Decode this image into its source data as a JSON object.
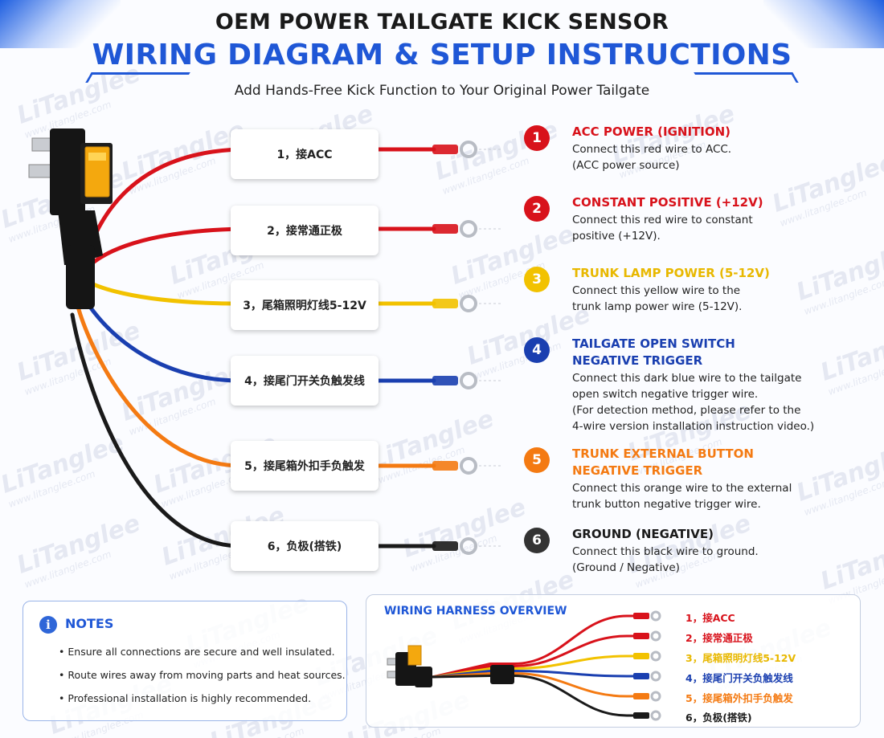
{
  "header": {
    "title_line1": "OEM POWER TAILGATE KICK SENSOR",
    "title_line2": "WIRING DIAGRAM & SETUP INSTRUCTIONS",
    "subtitle": "Add Hands-Free Kick Function to Your Original Power Tailgate"
  },
  "watermark": {
    "brand": "LiTanglee",
    "url": "www.litanglee.com"
  },
  "wires": [
    {
      "label": "1，接ACC",
      "color": "#d8121b"
    },
    {
      "label": "2，接常通正极",
      "color": "#d8121b"
    },
    {
      "label": "3，尾箱照明灯线5-12V",
      "color": "#f2c200"
    },
    {
      "label": "4，接尾门开关负触发线",
      "color": "#1a3fb0"
    },
    {
      "label": "5，接尾箱外扣手负触发",
      "color": "#f47a12"
    },
    {
      "label": "6，负极(搭铁)",
      "color": "#1a1a1a"
    }
  ],
  "steps": [
    {
      "num": "1",
      "title": "ACC POWER (IGNITION)",
      "body": "Connect this red wire to ACC.\n(ACC power source)",
      "badge_color": "#d8121b",
      "title_color": "#d8121b"
    },
    {
      "num": "2",
      "title": "CONSTANT POSITIVE (+12V)",
      "body": "Connect this red wire to constant\npositive (+12V).",
      "badge_color": "#d8121b",
      "title_color": "#d8121b"
    },
    {
      "num": "3",
      "title": "TRUNK LAMP POWER (5-12V)",
      "body": "Connect this yellow wire to the\ntrunk lamp power wire (5-12V).",
      "badge_color": "#f2c200",
      "title_color": "#e8b800"
    },
    {
      "num": "4",
      "title": "TAILGATE OPEN SWITCH\nNEGATIVE TRIGGER",
      "body": "Connect this dark blue wire to the tailgate\nopen switch negative trigger wire.\n(For detection method, please refer to the\n4-wire version installation instruction video.)",
      "badge_color": "#1a3fb0",
      "title_color": "#1a3fb0"
    },
    {
      "num": "5",
      "title": "TRUNK EXTERNAL BUTTON\nNEGATIVE TRIGGER",
      "body": "Connect this orange wire to the external\ntrunk button negative trigger wire.",
      "badge_color": "#f47a12",
      "title_color": "#f47a12"
    },
    {
      "num": "6",
      "title": "GROUND (NEGATIVE)",
      "body": "Connect this black wire to ground.\n(Ground / Negative)",
      "badge_color": "#333333",
      "title_color": "#1a1a1a"
    }
  ],
  "notes": {
    "title": "NOTES",
    "icon": "info-icon",
    "items": [
      "Ensure all connections are secure and well insulated.",
      "Route wires away from moving parts and heat sources.",
      "Professional installation is highly recommended."
    ]
  },
  "overview": {
    "title": "WIRING HARNESS OVERVIEW",
    "labels": [
      {
        "text": "1，接ACC",
        "color": "#d8121b"
      },
      {
        "text": "2，接常通正极",
        "color": "#d8121b"
      },
      {
        "text": "3，尾箱照明灯线5-12V",
        "color": "#e8b800"
      },
      {
        "text": "4，接尾门开关负触发线",
        "color": "#1a3fb0"
      },
      {
        "text": "5，接尾箱外扣手负触发",
        "color": "#f47a12"
      },
      {
        "text": "6，负极(搭铁)",
        "color": "#1a1a1a"
      }
    ]
  }
}
